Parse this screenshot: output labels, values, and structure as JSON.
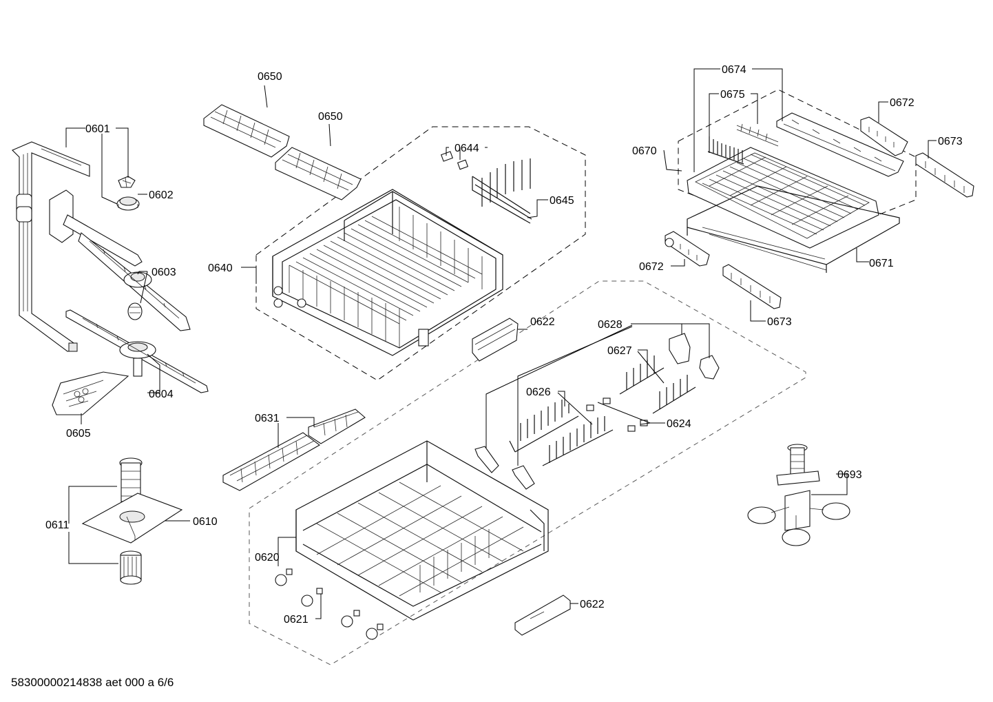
{
  "part_labels": {
    "p0601": "0601",
    "p0602": "0602",
    "p0603": "0603",
    "p0604": "0604",
    "p0605": "0605",
    "p0610": "0610",
    "p0611": "0611",
    "p0620": "0620",
    "p0621": "0621",
    "p0622a": "0622",
    "p0622b": "0622",
    "p0624": "0624",
    "p0626": "0626",
    "p0627": "0627",
    "p0628": "0628",
    "p0631": "0631",
    "p0640": "0640",
    "p0644": "0644",
    "p0645": "0645",
    "p0650a": "0650",
    "p0650b": "0650",
    "p0670": "0670",
    "p0671": "0671",
    "p0672a": "0672",
    "p0672b": "0672",
    "p0673a": "0673",
    "p0673b": "0673",
    "p0674": "0674",
    "p0675": "0675",
    "p0693": "0693"
  },
  "footer": "58300000214838 aet 000 a 6/6"
}
